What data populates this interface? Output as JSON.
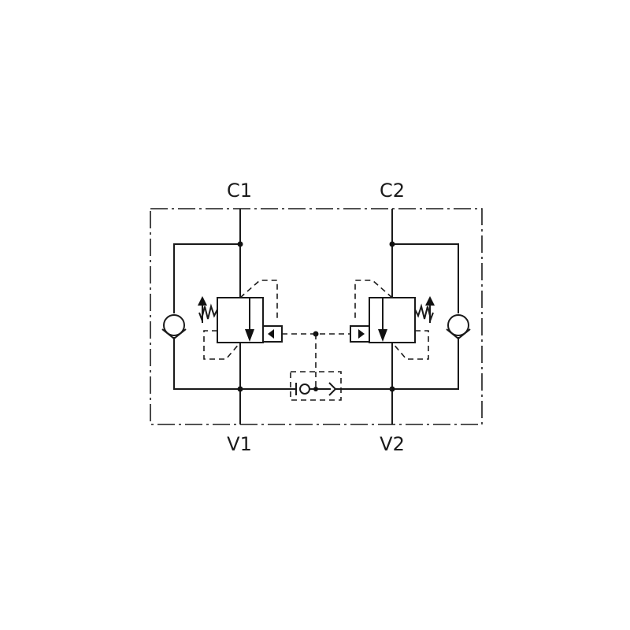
{
  "ports": {
    "c1": "C1",
    "c2": "C2",
    "v1": "V1",
    "v2": "V2"
  },
  "colors": {
    "line": "#1a1a1a",
    "background": "#ffffff"
  }
}
